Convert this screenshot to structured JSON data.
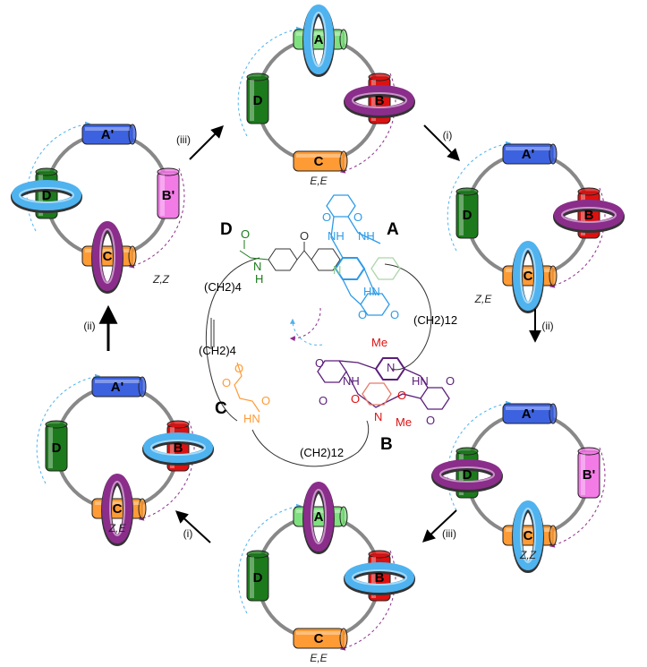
{
  "colors": {
    "A": "#7fe07f",
    "A_prime": "#3d62e0",
    "B": "#dd1111",
    "B_prime": "#f27be6",
    "C": "#ff9b35",
    "D": "#1c7a1c",
    "blue_ring": "#4fb3ef",
    "purple_ring": "#8b2d8b",
    "track": "#888888"
  },
  "states": [
    {
      "id": "top",
      "config": "E,E",
      "stations": {
        "top": "A",
        "left": "D",
        "right": "B",
        "bottom": "C"
      },
      "blue_on": "top",
      "purple_on": "right"
    },
    {
      "id": "right-upper",
      "config": "Z,E",
      "stations": {
        "top": "A'",
        "left": "D",
        "right": "B",
        "bottom": "C"
      },
      "blue_on": "bottom",
      "purple_on": "right"
    },
    {
      "id": "right-lower",
      "config": "Z,Z",
      "stations": {
        "top": "A'",
        "left": "D",
        "right": "B'",
        "bottom": "C"
      },
      "blue_on": "bottom",
      "purple_on": "left"
    },
    {
      "id": "bottom",
      "config": "E,E",
      "stations": {
        "top": "A",
        "left": "D",
        "right": "B",
        "bottom": "C"
      },
      "blue_on": "right",
      "purple_on": "top"
    },
    {
      "id": "left-lower",
      "config": "Z,E",
      "stations": {
        "top": "A'",
        "left": "D",
        "right": "B",
        "bottom": "C"
      },
      "blue_on": "right",
      "purple_on": "bottom"
    },
    {
      "id": "left-upper",
      "config": "Z,Z",
      "stations": {
        "top": "A'",
        "left": "D",
        "right": "B'",
        "bottom": "C"
      },
      "blue_on": "left",
      "purple_on": "bottom"
    }
  ],
  "steps": [
    {
      "from": "left-upper",
      "to": "top",
      "label": "(iii)"
    },
    {
      "from": "top",
      "to": "right-upper",
      "label": "(i)"
    },
    {
      "from": "right-upper",
      "to": "right-lower",
      "label": "(ii)"
    },
    {
      "from": "right-lower",
      "to": "bottom",
      "label": "(iii)"
    },
    {
      "from": "bottom",
      "to": "left-lower",
      "label": "(i)"
    },
    {
      "from": "left-lower",
      "to": "left-upper",
      "label": "(ii)"
    }
  ],
  "molecule": {
    "station_D": "D",
    "station_A": "A",
    "station_C": "C",
    "station_B": "B",
    "chain_upper": "(CH2)4",
    "chain_lower": "(CH2)4",
    "chain_right": "(CH2)12",
    "chain_bottom": "(CH2)12",
    "methyl_1": "Me",
    "methyl_2": "Me",
    "amide_D": "N",
    "amide_D_h": "H",
    "amide_C": "HN",
    "atoms_O": "O",
    "atoms_N": "N",
    "atoms_NH": "NH",
    "atoms_HN": "HN"
  }
}
